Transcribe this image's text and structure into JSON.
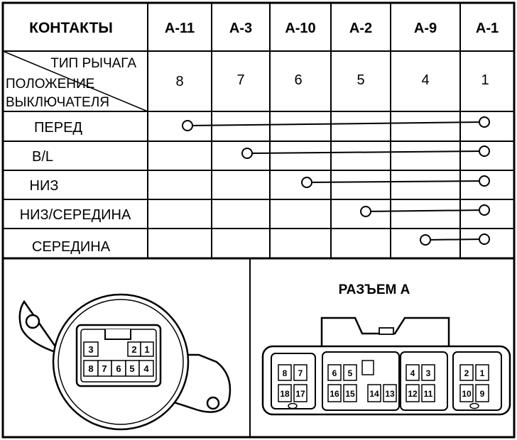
{
  "table": {
    "header_label": "КОНТАКТЫ",
    "contacts": [
      "А-11",
      "А-3",
      "А-10",
      "А-2",
      "А-9",
      "А-1"
    ],
    "lever_type_label": "ТИП РЫЧАГА",
    "switch_position_label_1": "ПОЛОЖЕНИЕ",
    "switch_position_label_2": "ВЫКЛЮЧАТЕЛЯ",
    "lever_numbers": [
      "8",
      "7",
      "6",
      "5",
      "4",
      "1"
    ],
    "rows": [
      {
        "label": "ПЕРЕД",
        "from": "А-11",
        "to": "А-1"
      },
      {
        "label": "B/L",
        "from": "А-3",
        "to": "А-1"
      },
      {
        "label": "НИЗ",
        "from": "А-10",
        "to": "А-1"
      },
      {
        "label": "НИЗ/СЕРЕДИНА",
        "from": "А-2",
        "to": "А-1"
      },
      {
        "label": "СЕРЕДИНА",
        "from": "А-9",
        "to": "А-1"
      }
    ]
  },
  "switch_connector": {
    "top_pins": [
      "3",
      "2",
      "1"
    ],
    "bottom_pins": [
      "8",
      "7",
      "6",
      "5",
      "4"
    ]
  },
  "connector_a": {
    "title": "РАЗЪЕМ А",
    "groups": [
      {
        "top": [
          "8",
          "7"
        ],
        "bottom": [
          "18",
          "17"
        ]
      },
      {
        "top": [
          "6",
          "5"
        ],
        "bottom": [
          "16",
          "15"
        ]
      },
      {
        "top": [],
        "bottom": [
          "14",
          "13"
        ]
      },
      {
        "top": [
          "4",
          "3"
        ],
        "bottom": [
          "12",
          "11"
        ]
      },
      {
        "top": [
          "2",
          "1"
        ],
        "bottom": [
          "10",
          "9"
        ]
      }
    ]
  }
}
